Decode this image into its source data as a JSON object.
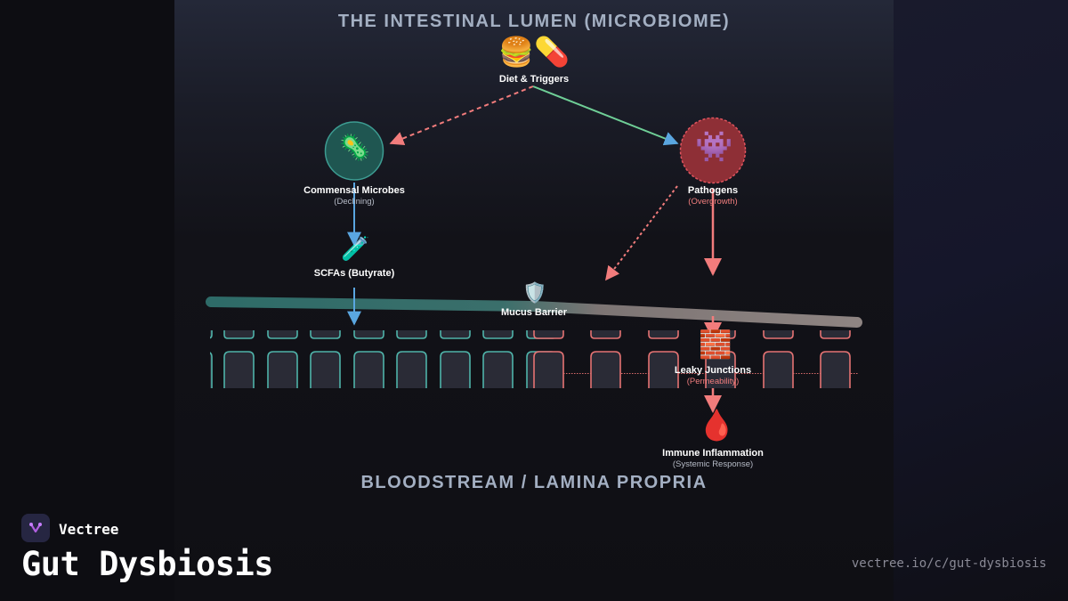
{
  "diagram": {
    "top_title": "THE INTESTINAL LUMEN (MICROBIOME)",
    "bottom_title": "BLOODSTREAM / LAMINA PROPRIA",
    "nodes": {
      "diet": {
        "label": "Diet & Triggers",
        "icon": "burger-pill-icon",
        "glyphs": "🍔💊"
      },
      "commensal": {
        "label": "Commensal Microbes",
        "sublabel": "(Declining)",
        "icon": "microbe-icon",
        "glyph": "🦠"
      },
      "pathogens": {
        "label": "Pathogens",
        "sublabel": "(Overgrowth)",
        "icon": "alien-monster-icon",
        "glyph": "👾"
      },
      "scfa": {
        "label": "SCFAs (Butyrate)",
        "icon": "test-tube-icon",
        "glyph": "🧪"
      },
      "mucus": {
        "label": "Mucus Barrier",
        "icon": "shield-icon",
        "glyph": "🛡️"
      },
      "leaky": {
        "label": "Leaky Junctions",
        "sublabel": "(Permeability)",
        "icon": "brick-icon",
        "glyph": "🧱"
      },
      "immune": {
        "label": "Immune Inflammation",
        "sublabel": "(Systemic Response)",
        "icon": "blood-drop-icon",
        "glyph": "🩸"
      }
    },
    "colors": {
      "healthy": "#4fb3a9",
      "unhealthy": "#e57373",
      "arrow_blue": "#5aa6e0",
      "arrow_green": "#6fcf97",
      "title": "#a3afc2"
    }
  },
  "footer": {
    "brand": "Vectree",
    "title": "Gut Dysbiosis",
    "url": "vectree.io/c/gut-dysbiosis",
    "logo_icon": "vectree-logo-icon"
  }
}
